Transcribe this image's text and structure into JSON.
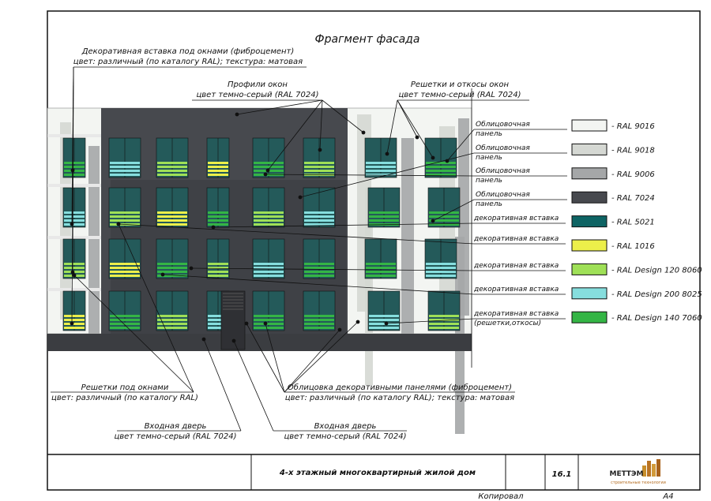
{
  "title": "Фрагмент фасада",
  "callouts": [
    {
      "id": "deco-under-windows",
      "line1": "Декоративная вставка под окнами (фиброцемент)",
      "line2": "цвет: различный (по каталогу RAL); текстура: матовая"
    },
    {
      "id": "window-profiles",
      "line1": "Профили окон",
      "line2": "цвет темно-серый (RAL 7024)"
    },
    {
      "id": "window-grilles",
      "line1": "Решетки и откосы окон",
      "line2": "цвет темно-серый (RAL 7024)"
    },
    {
      "id": "grilles-under-windows",
      "line1": "Решетки под окнами",
      "line2": "цвет: различный (по каталогу RAL)"
    },
    {
      "id": "entrance-door-1",
      "line1": "Входная дверь",
      "line2": "цвет темно-серый (RAL 7024)"
    },
    {
      "id": "cladding-deco",
      "line1": "Облицовка декоративными панелями (фиброцемент)",
      "line2": "цвет: различный (по каталогу RAL); текстура: матовая"
    },
    {
      "id": "entrance-door-2",
      "line1": "Входная дверь",
      "line2": "цвет темно-серый (RAL 7024)"
    }
  ],
  "side_labels": [
    {
      "line1": "Облицовочная",
      "line2": "панель"
    },
    {
      "line1": "Облицовочная",
      "line2": "панель"
    },
    {
      "line1": "Облицовочная",
      "line2": "панель"
    },
    {
      "line1": "Облицовочная",
      "line2": "панель"
    },
    {
      "line1": "декоративная вставка",
      "line2": ""
    },
    {
      "line1": "декоративная вставка",
      "line2": ""
    },
    {
      "line1": "декоративная вставка",
      "line2": ""
    },
    {
      "line1": "декоративная вставка",
      "line2": ""
    },
    {
      "line1": "декоративная вставка",
      "line2": "(решетки,откосы)"
    }
  ],
  "legend": [
    {
      "label": "- RAL 9016",
      "color": "#f3f5f2"
    },
    {
      "label": "- RAL 9018",
      "color": "#d5d8d3"
    },
    {
      "label": "- RAL 9006",
      "color": "#a5a7a8"
    },
    {
      "label": "- RAL 7024",
      "color": "#47494e"
    },
    {
      "label": "- RAL 5021",
      "color": "#0e6464"
    },
    {
      "label": "- RAL 1016",
      "color": "#ecef4a"
    },
    {
      "label": "- RAL Design 120 8060",
      "color": "#9fe057"
    },
    {
      "label": "- RAL Design 200 8025",
      "color": "#86dede"
    },
    {
      "label": "- RAL Design 140 7060",
      "color": "#34b545"
    }
  ],
  "title_block": {
    "project": "4-х этажный многоквартирный жилой дом",
    "sheet": "16.1",
    "company": "МЕТТЭМ",
    "company_sub": "строительные технологии"
  },
  "footer": {
    "copied": "Копировал",
    "format": "А4"
  }
}
